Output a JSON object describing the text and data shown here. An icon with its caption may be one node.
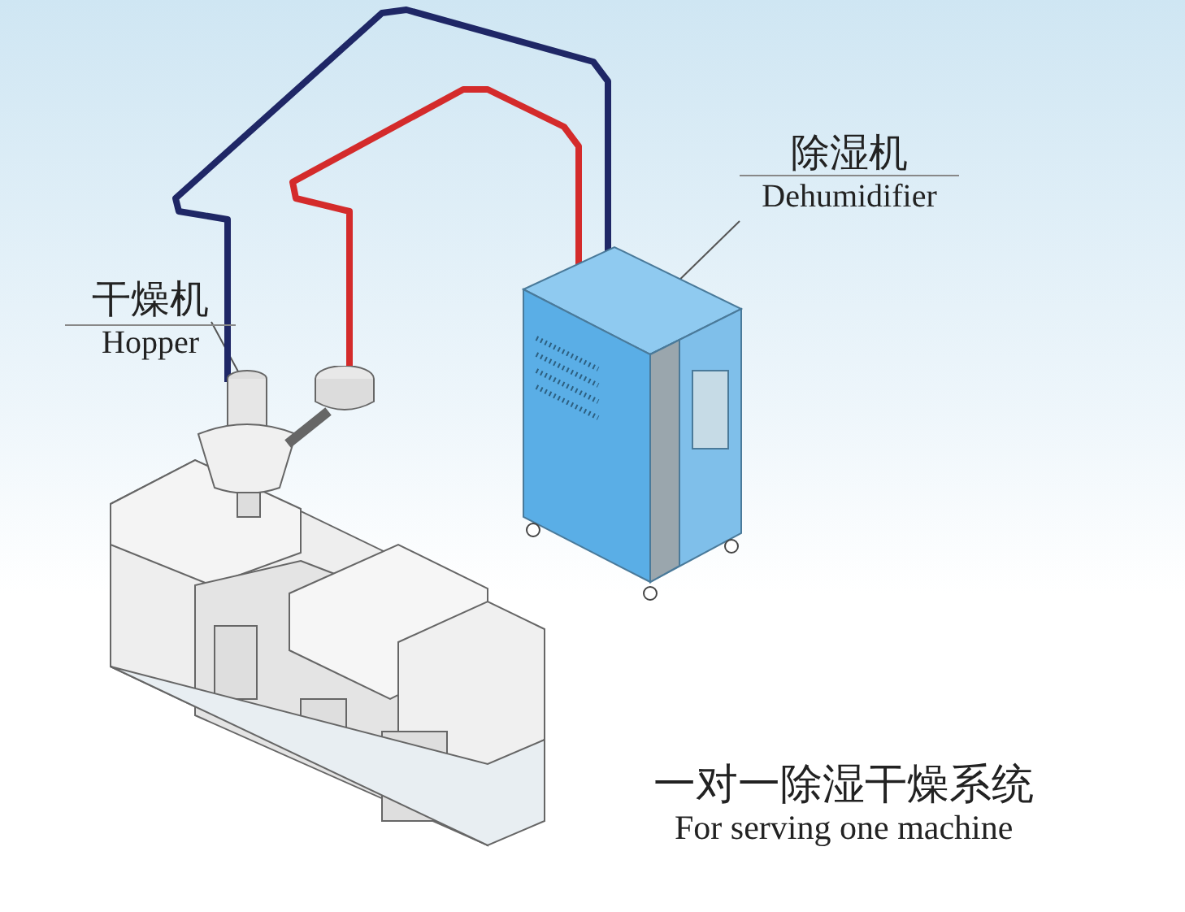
{
  "diagram": {
    "nodes": [
      {
        "text": [
          "除湿机",
          "Dehumidifier"
        ]
      },
      {
        "text": [],
        "shape": "picture"
      },
      {
        "text": [
          "干燥机",
          "Hopper"
        ]
      },
      {
        "text": [],
        "shape": "picture"
      }
    ],
    "edges": [
      {
        "from": 0,
        "to": 1,
        "arrow": "none"
      },
      {
        "from": 2,
        "to": 3,
        "arrow": "none"
      },
      {
        "from": 1,
        "to": 3,
        "arrow": "none",
        "style": "thick",
        "color": "#1f2766"
      },
      {
        "from": 1,
        "to": 3,
        "arrow": "none",
        "style": "thick",
        "color": "#d42b2b"
      }
    ],
    "labels": [
      "一对一除湿干燥系统",
      "For serving one machine"
    ]
  }
}
